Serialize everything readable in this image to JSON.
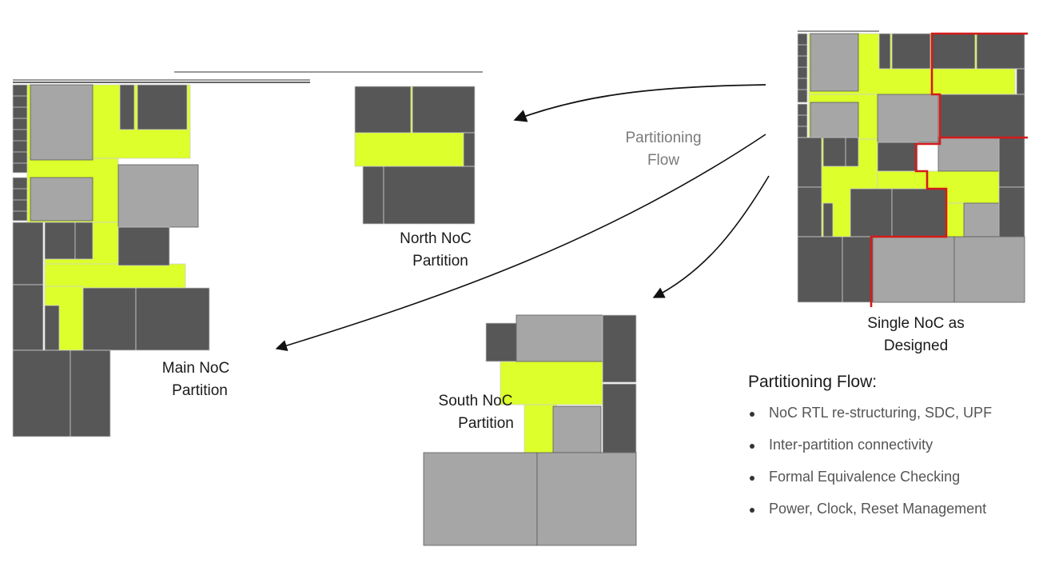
{
  "colors": {
    "dark_block": "#575757",
    "light_block": "#a6a6a6",
    "noc_fabric": "#ddff2b",
    "partition_boundary": "#d61a1a",
    "arrow": "#111111"
  },
  "labels": {
    "north": [
      "North NoC",
      "Partition"
    ],
    "main": [
      "Main NoC",
      "Partition"
    ],
    "south": [
      "South NoC",
      "Partition"
    ],
    "single": [
      "Single NoC as",
      "Designed"
    ],
    "flow": [
      "Partitioning",
      "Flow"
    ]
  },
  "steps": {
    "title": "Partitioning Flow:",
    "items": [
      "NoC RTL re-structuring, SDC, UPF",
      "Inter-partition connectivity",
      "Formal Equivalence Checking",
      "Power, Clock, Reset Management"
    ]
  }
}
